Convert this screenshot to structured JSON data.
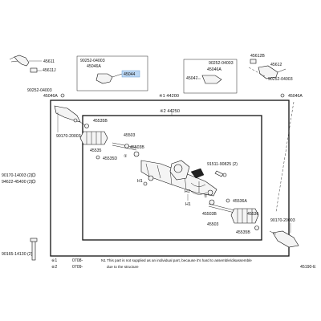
{
  "parts": {
    "p45611": "45611",
    "p45611J": "45611J",
    "p90252_04003_a": "90252-04003",
    "p45046A_a": "45046A",
    "p45044": "45044",
    "p90252_04003_b": "90252-04003",
    "p45046A_b": "45046A",
    "p90170_20003_a": "90170-20003",
    "p45535B_top": "45535B",
    "p45535": "45535",
    "p45535D": "45535D",
    "p45503": "45503",
    "p45503B": "45503B",
    "p44200": "44200",
    "p44250": "44250",
    "p90170_14003": "90170-14003 (2)",
    "p94622_45400": "94622-45400 (2)",
    "p90252_04003_c": "90252-04003",
    "p45047": "45047",
    "p45046A_c": "45046A",
    "p45612B": "45612B",
    "p45612": "45612",
    "p90252_04003_d": "90252-04003",
    "p45046A_d": "45046A",
    "p91511_90825": "91511-90825 (2)",
    "p45503_b": "45503",
    "p45503B_b": "45503B",
    "p45536A": "45536A",
    "p45536": "45536",
    "p45535B_b": "45535B",
    "p90170_20003_b": "90170-20003",
    "p90165_14130": "90165-14130 (2)",
    "h1a": "H1",
    "h1b": "H1",
    "h1c": "H1"
  },
  "marks": {
    "star1": "※1",
    "star2": "※2",
    "circ1": "①",
    "circ2": "①"
  },
  "legend": {
    "row1_mark": "※1",
    "row1_range": "0708-",
    "row2_mark": "※2",
    "row2_range": "0709-",
    "note_line1": "N1  This part is not supplied as an individual part, because it's hard to assemble/disassemble",
    "note_line2": "due to the structure"
  },
  "figure_code": "45190-E",
  "colors": {
    "highlight": "#bcd7f3",
    "line": "#111111"
  }
}
